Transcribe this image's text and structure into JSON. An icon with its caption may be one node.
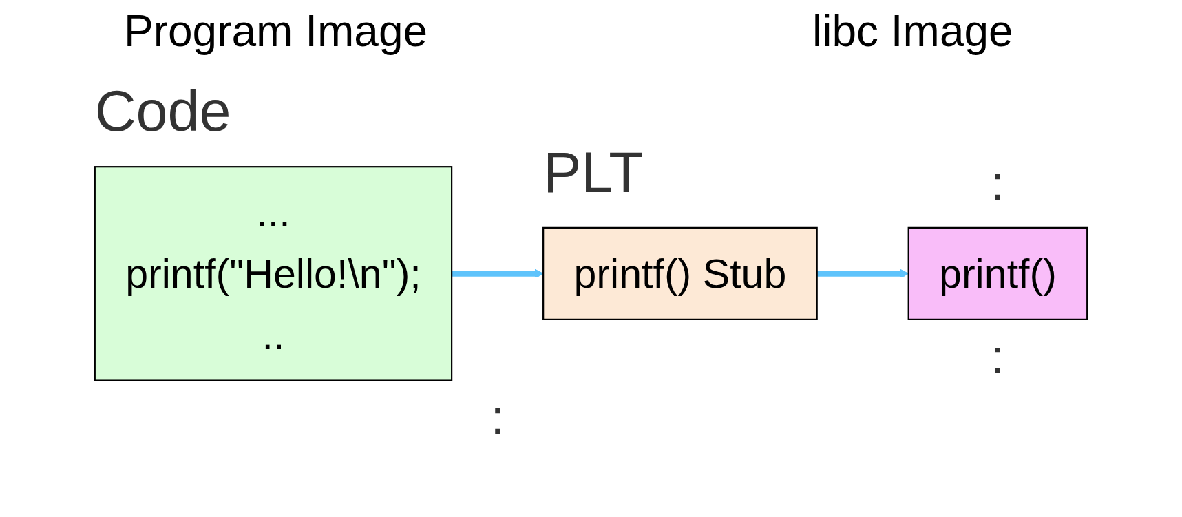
{
  "diagram": {
    "nodes": [
      {
        "text": [
          "...",
          "printf(\"Hello!\\n\");",
          ".."
        ],
        "beside": [
          "Code"
        ]
      },
      {
        "text": [
          "printf() Stub"
        ],
        "beside": [
          "PLT"
        ]
      },
      {
        "text": [
          "printf()"
        ]
      }
    ],
    "edges": [
      {
        "from": 0,
        "to": 1,
        "arrow": "to"
      },
      {
        "from": 1,
        "to": 2,
        "arrow": "to"
      }
    ],
    "labels": [
      "Program Image",
      "libc Image",
      ":",
      ":",
      ":"
    ]
  }
}
